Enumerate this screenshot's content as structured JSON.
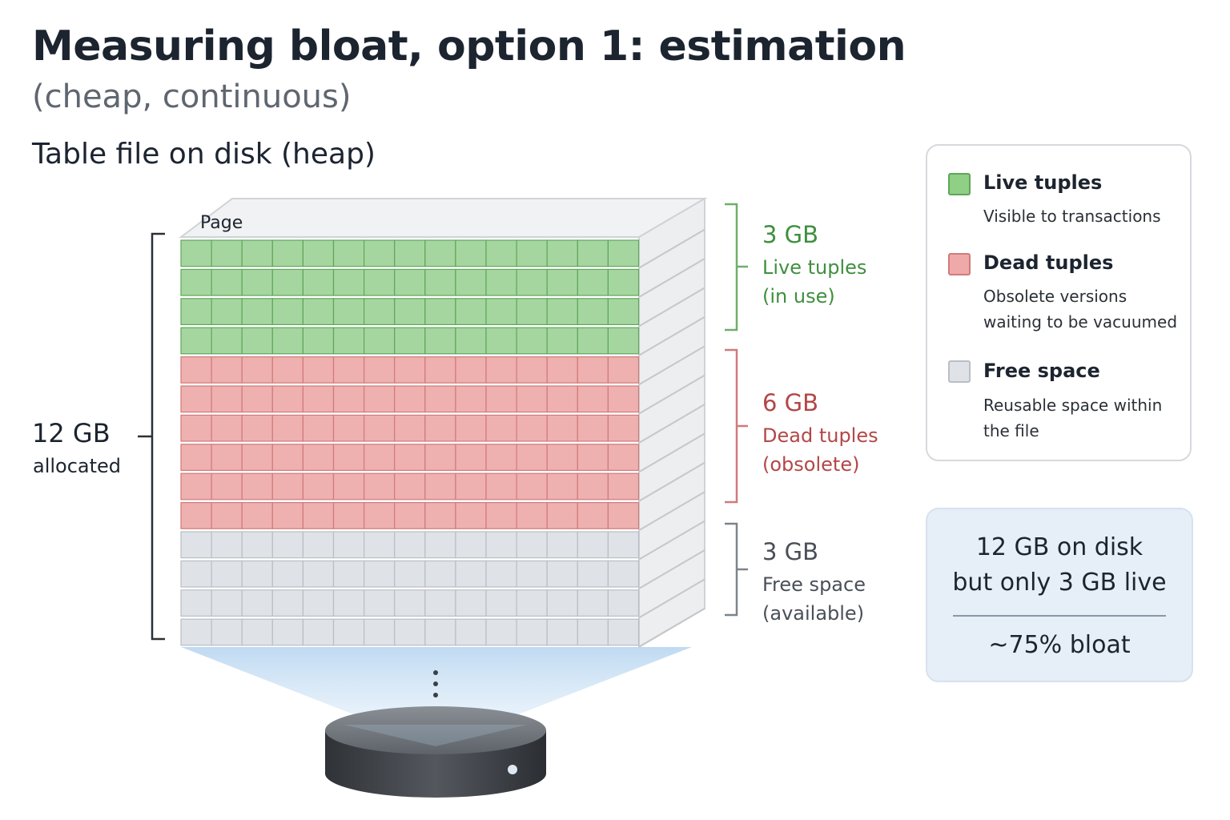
{
  "title": "Measuring bloat, option 1: estimation",
  "subtitle": "(cheap, continuous)",
  "section_title": "Table file on disk (heap)",
  "page_label": "Page",
  "allocated": {
    "size": "12 GB",
    "label": "allocated"
  },
  "segments": [
    {
      "key": "live",
      "size": "3 GB",
      "line1": "Live tuples",
      "line2": "(in use)",
      "rows": 4,
      "fill": "#a6d6a0",
      "stroke": "#5fa65a"
    },
    {
      "key": "dead",
      "size": "6 GB",
      "line1": "Dead tuples",
      "line2": "(obsolete)",
      "rows": 6,
      "fill": "#efb0b0",
      "stroke": "#d07a7a"
    },
    {
      "key": "free",
      "size": "3 GB",
      "line1": "Free space",
      "line2": "(available)",
      "rows": 4,
      "fill": "#dfe2e6",
      "stroke": "#b9bec5"
    }
  ],
  "legend": [
    {
      "name": "Live tuples",
      "desc_lines": [
        "Visible to transactions"
      ],
      "color": "#8fcf86",
      "border": "#5fa65a"
    },
    {
      "name": "Dead tuples",
      "desc_lines": [
        "Obsolete versions",
        "waiting to be vacuumed"
      ],
      "color": "#f0a9a9",
      "border": "#d07a7a"
    },
    {
      "name": "Free space",
      "desc_lines": [
        "Reusable space within",
        "the file"
      ],
      "color": "#dfe2e6",
      "border": "#b9bec5"
    }
  ],
  "summary": {
    "line1": "12 GB on disk",
    "line2": "but only 3 GB live",
    "bloat": "~75% bloat"
  },
  "colors": {
    "live_text": "#3f8f3f",
    "dead_text": "#b34747",
    "free_text": "#4a5058",
    "disk": "#4a4e54"
  },
  "icons": [
    "disk-icon",
    "bracket-icon",
    "ellipsis-icon"
  ]
}
